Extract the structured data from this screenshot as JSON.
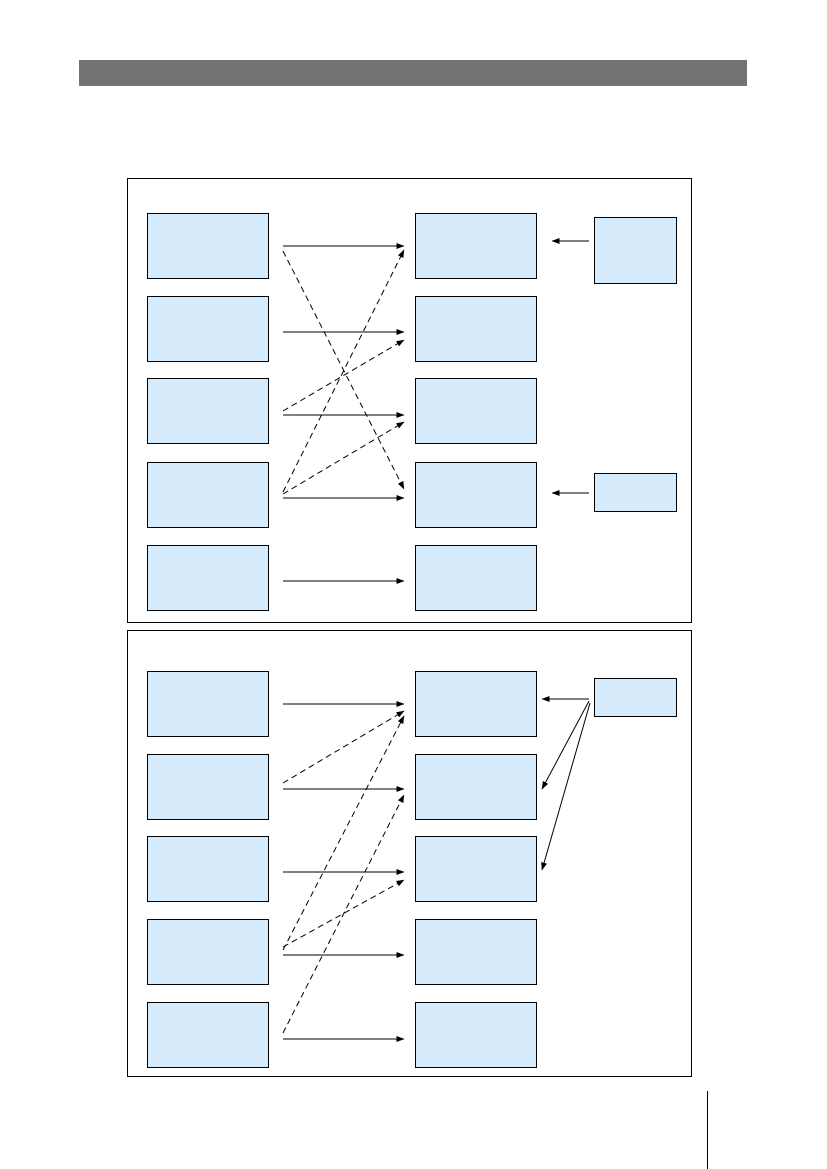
{
  "header": {
    "color": "#737373"
  },
  "node_fill": "#d6ebfb",
  "panels": [
    {
      "id": "top",
      "solid_links": [
        [
          "L1",
          "R1"
        ],
        [
          "L2",
          "R2"
        ],
        [
          "L3",
          "R3"
        ],
        [
          "L4",
          "R4"
        ],
        [
          "L5",
          "R5"
        ]
      ],
      "dashed_links": [
        [
          "L1",
          "R4"
        ],
        [
          "L3",
          "R2"
        ],
        [
          "L4",
          "R1"
        ],
        [
          "L4",
          "R3"
        ]
      ],
      "side_links": [
        [
          "S1",
          "R1"
        ],
        [
          "S2",
          "R4"
        ]
      ]
    },
    {
      "id": "bottom",
      "solid_links": [
        [
          "L1",
          "R1"
        ],
        [
          "L2",
          "R2"
        ],
        [
          "L3",
          "R3"
        ],
        [
          "L4",
          "R4"
        ],
        [
          "L5",
          "R5"
        ]
      ],
      "dashed_links": [
        [
          "L2",
          "R1"
        ],
        [
          "L4",
          "R1"
        ],
        [
          "L4",
          "R3"
        ],
        [
          "L5",
          "R2"
        ]
      ],
      "side_links": [
        [
          "S1",
          "R1"
        ],
        [
          "S1",
          "R2"
        ],
        [
          "S1",
          "R3"
        ]
      ]
    }
  ]
}
